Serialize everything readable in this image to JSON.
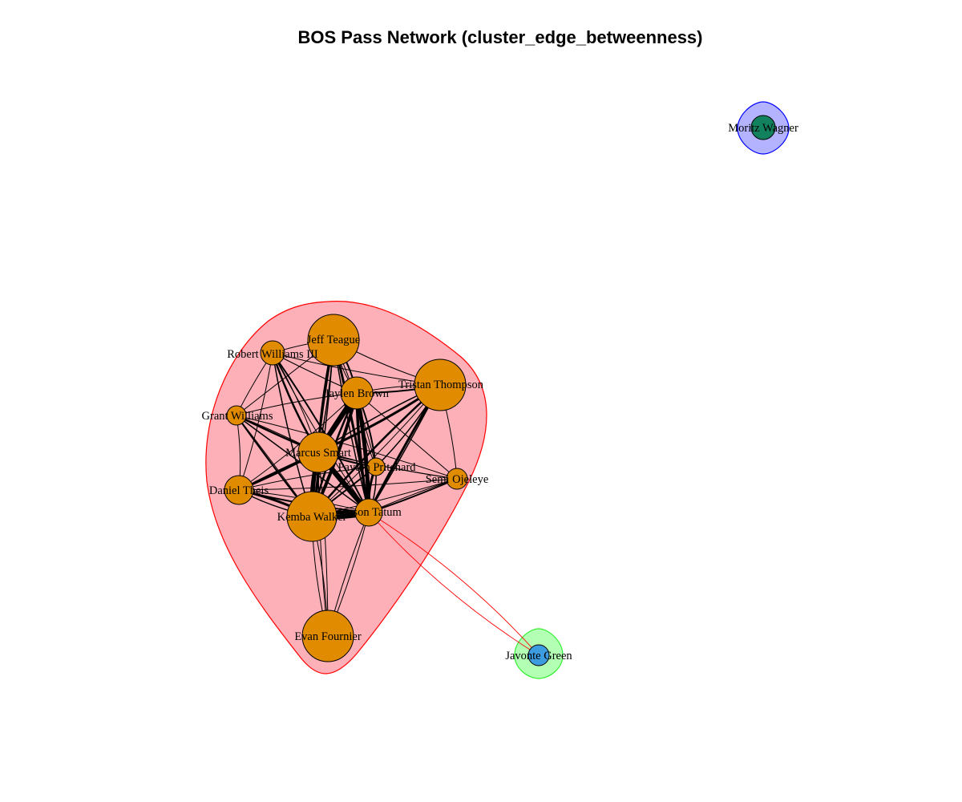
{
  "title": "BOS Pass Network (cluster_edge_betweenness)",
  "colors": {
    "cluster1_node": "#e08b00",
    "cluster2_node": "#3d9be0",
    "cluster3_node": "#12825e",
    "cluster1_fill": "#fdb0b8",
    "cluster1_stroke": "#ff0000",
    "cluster2_fill": "#b3ffb3",
    "cluster2_stroke": "#33ee33",
    "cluster3_fill": "#b3b3ff",
    "cluster3_stroke": "#0000ff",
    "edge": "#000000",
    "cross_edge": "#ff0000"
  },
  "clusters": [
    {
      "id": 1,
      "name": "cluster-1",
      "members": [
        "Jeff Teague",
        "Robert Williams III",
        "Jaylen Brown",
        "Tristan Thompson",
        "Grant Williams",
        "Marcus Smart",
        "Payton Pritchard",
        "Semi Ojeleye",
        "Daniel Theis",
        "Kemba Walker",
        "Jayson Tatum",
        "Evan Fournier"
      ]
    },
    {
      "id": 2,
      "name": "cluster-2",
      "members": [
        "Javonte Green"
      ]
    },
    {
      "id": 3,
      "name": "cluster-3",
      "members": [
        "Moritz Wagner"
      ]
    }
  ],
  "nodes": [
    {
      "id": "teague",
      "label": "Jeff Teague",
      "cluster": 1
    },
    {
      "id": "rwill",
      "label": "Robert Williams III",
      "cluster": 1
    },
    {
      "id": "brown",
      "label": "Jaylen Brown",
      "cluster": 1
    },
    {
      "id": "thompson",
      "label": "Tristan Thompson",
      "cluster": 1
    },
    {
      "id": "gwill",
      "label": "Grant Williams",
      "cluster": 1
    },
    {
      "id": "smart",
      "label": "Marcus Smart",
      "cluster": 1
    },
    {
      "id": "pritchard",
      "label": "Payton Pritchard",
      "cluster": 1
    },
    {
      "id": "ojeleye",
      "label": "Semi Ojeleye",
      "cluster": 1
    },
    {
      "id": "theis",
      "label": "Daniel Theis",
      "cluster": 1
    },
    {
      "id": "walker",
      "label": "Kemba Walker",
      "cluster": 1
    },
    {
      "id": "tatum",
      "label": "Jayson Tatum",
      "cluster": 1
    },
    {
      "id": "fournier",
      "label": "Evan Fournier",
      "cluster": 1
    },
    {
      "id": "green",
      "label": "Javonte Green",
      "cluster": 2
    },
    {
      "id": "wagner",
      "label": "Moritz Wagner",
      "cluster": 3
    }
  ]
}
